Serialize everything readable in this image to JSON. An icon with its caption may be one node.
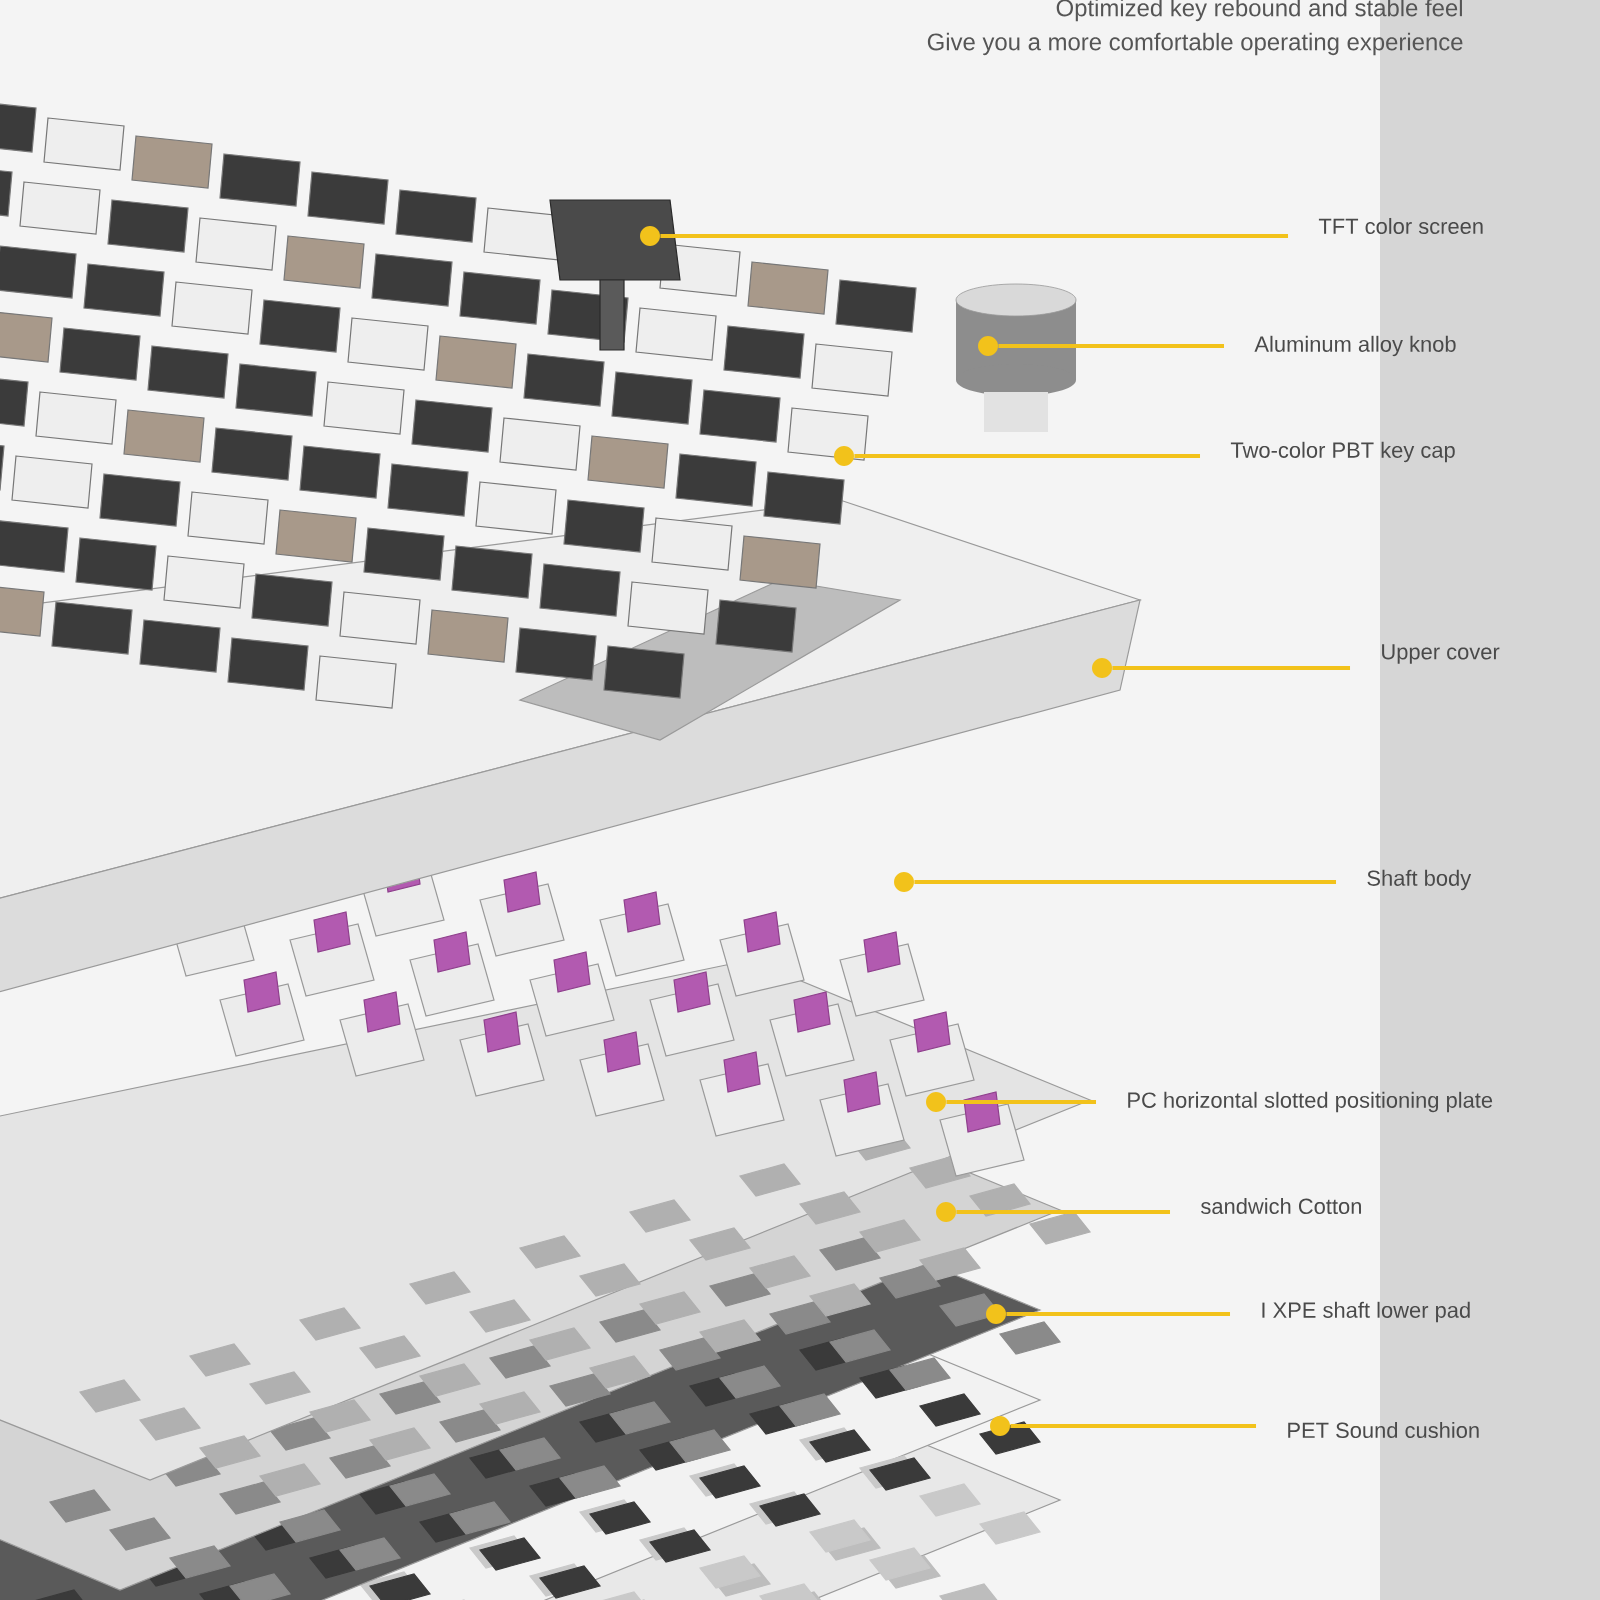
{
  "diagram": {
    "nodes": [
      {
        "text": [
          "TFT color screen"
        ]
      },
      {
        "text": [],
        "shape": "circle"
      },
      {
        "text": [
          "Aluminum alloy knob"
        ]
      },
      {
        "text": [],
        "shape": "circle"
      },
      {
        "text": [
          "Two-color PBT key cap"
        ]
      },
      {
        "text": [],
        "shape": "circle"
      },
      {
        "text": [
          "Upper cover"
        ]
      },
      {
        "text": [],
        "shape": "circle"
      },
      {
        "text": [
          "Shaft body"
        ]
      },
      {
        "text": [],
        "shape": "circle"
      },
      {
        "text": [
          "PC horizontal slotted positioning plate"
        ]
      },
      {
        "text": [],
        "shape": "circle"
      },
      {
        "text": [
          "sandwich Cotton"
        ]
      },
      {
        "text": [],
        "shape": "circle"
      },
      {
        "text": [
          "I XPE shaft lower pad"
        ]
      },
      {
        "text": [],
        "shape": "circle"
      },
      {
        "text": [
          "PET Sound cushion"
        ]
      },
      {
        "text": [],
        "shape": "circle"
      }
    ],
    "edges": [
      {
        "from": 0,
        "to": 1,
        "arrow": "none"
      },
      {
        "from": 2,
        "to": 3,
        "arrow": "none"
      },
      {
        "from": 4,
        "to": 5,
        "arrow": "none"
      },
      {
        "from": 6,
        "to": 7,
        "arrow": "none"
      },
      {
        "from": 8,
        "to": 9,
        "arrow": "none"
      },
      {
        "from": 10,
        "to": 11,
        "arrow": "none"
      },
      {
        "from": 12,
        "to": 13,
        "arrow": "none"
      },
      {
        "from": 14,
        "to": 15,
        "arrow": "none"
      },
      {
        "from": 16,
        "to": 17,
        "arrow": "none"
      }
    ],
    "labels": [
      "Optimized key rebound and stable feel",
      "Give you a more comfortable operating experience"
    ]
  }
}
